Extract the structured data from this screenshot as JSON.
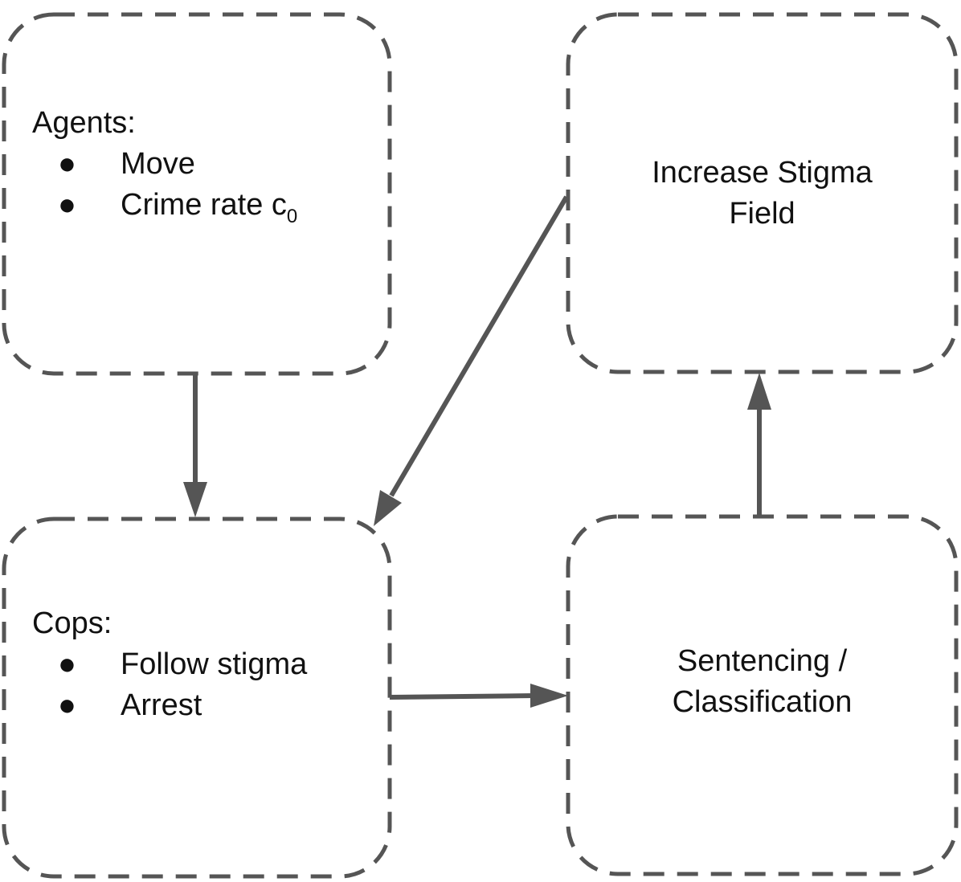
{
  "colors": {
    "stroke": "#555555",
    "text": "#111111",
    "background": "#ffffff"
  },
  "nodes": {
    "agents": {
      "heading": "Agents:",
      "items": [
        "Move",
        "Crime rate c"
      ],
      "subscript": "0"
    },
    "stigma": {
      "line1": "Increase Stigma",
      "line2": "Field"
    },
    "cops": {
      "heading": "Cops:",
      "items": [
        "Follow stigma",
        "Arrest"
      ]
    },
    "sentencing": {
      "line1": "Sentencing /",
      "line2": "Classification"
    }
  },
  "bullet_glyph": "●"
}
